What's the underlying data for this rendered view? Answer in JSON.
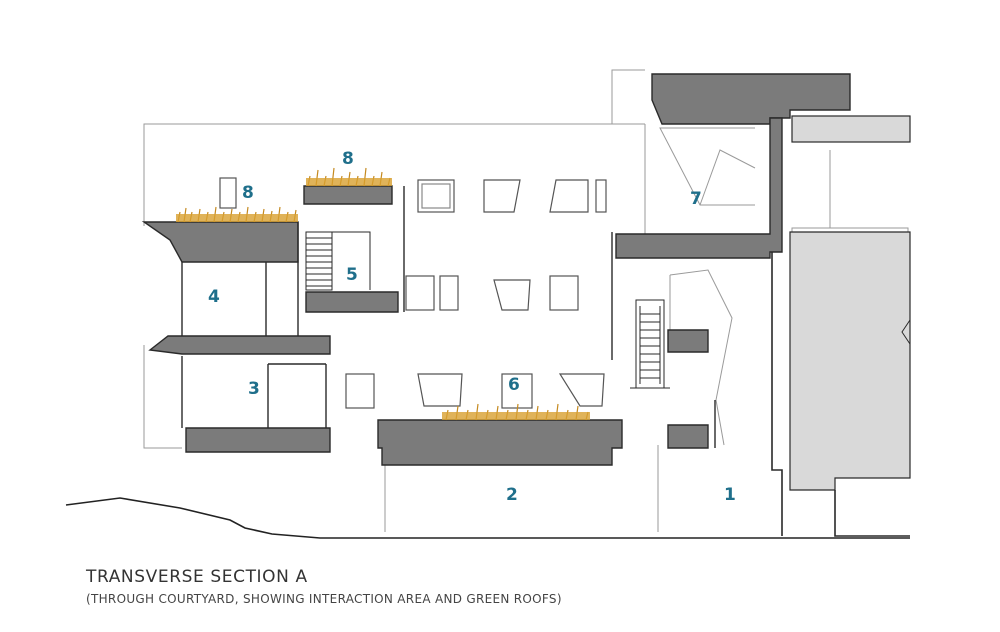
{
  "caption": {
    "title": "TRANSVERSE SECTION A",
    "subtitle": "(THROUGH COURTYARD, SHOWING INTERACTION AREA AND GREEN ROOFS)"
  },
  "labels": {
    "l1": "1",
    "l2": "2",
    "l3": "3",
    "l4": "4",
    "l5": "5",
    "l6": "6",
    "l7": "7",
    "l8a": "8",
    "l8b": "8"
  },
  "colors": {
    "slab": "#7b7b7b",
    "slab_light": "#d9d9d9",
    "line": "#2a2a2a",
    "thin": "#9a9a9a",
    "label": "#1f6f8b",
    "grass": "#d8a030"
  }
}
